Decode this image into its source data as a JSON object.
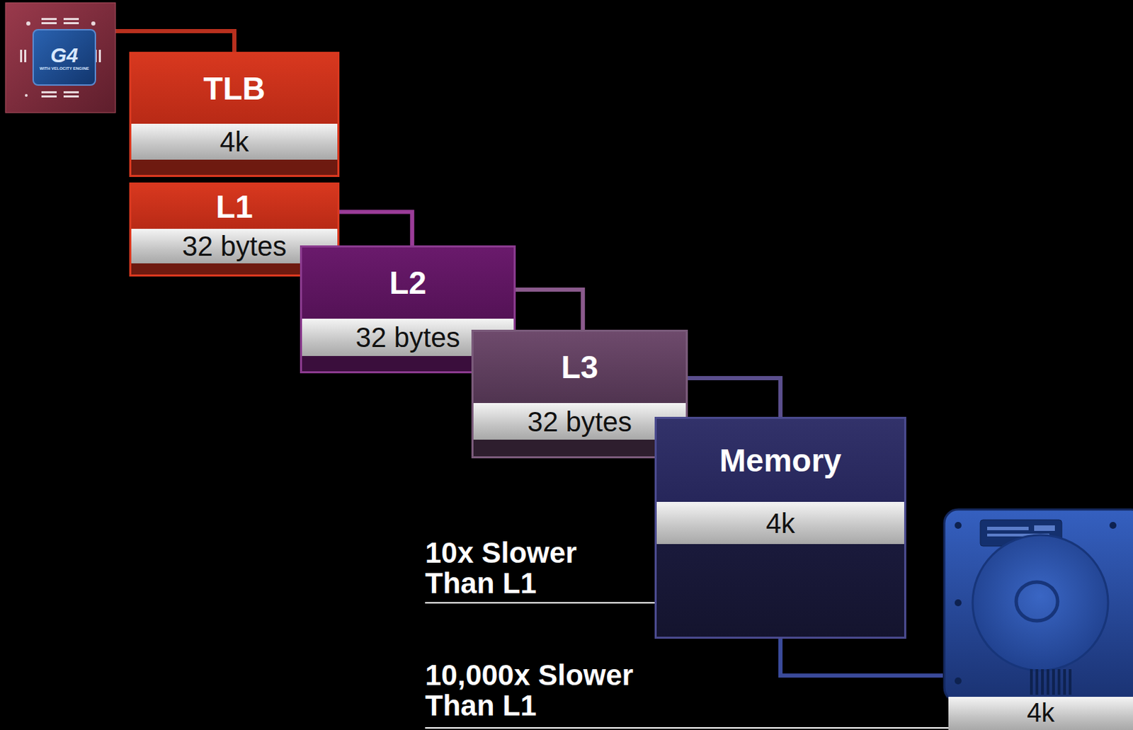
{
  "diagram": {
    "nodes": [
      {
        "text": [
          "G4",
          "WITH VELOCITY ENGINE"
        ]
      },
      {
        "text": [
          "TLB",
          "4k"
        ]
      },
      {
        "text": [
          "L1",
          "32 bytes"
        ]
      },
      {
        "text": [
          "L2",
          "32 bytes"
        ]
      },
      {
        "text": [
          "L3",
          "32 bytes"
        ]
      },
      {
        "text": [
          "Memory",
          "4k"
        ]
      },
      {
        "text": [
          "4k"
        ]
      }
    ],
    "edges": [
      {
        "from": 0,
        "to": 1,
        "arrow": "none"
      },
      {
        "from": 2,
        "to": 3,
        "arrow": "none"
      },
      {
        "from": 3,
        "to": 4,
        "arrow": "none"
      },
      {
        "from": 4,
        "to": 5,
        "arrow": "none"
      },
      {
        "from": 5,
        "to": 6,
        "arrow": "none"
      }
    ],
    "labels": [
      "10x Slower Than L1",
      "10,000x Slower Than L1"
    ]
  }
}
